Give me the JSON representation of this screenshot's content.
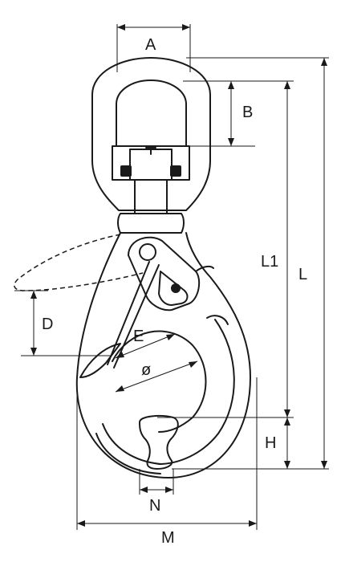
{
  "diagram": {
    "labels": {
      "A": "A",
      "B": "B",
      "L1": "L1",
      "L": "L",
      "D": "D",
      "E": "E",
      "diameter": "ø",
      "H": "H",
      "N": "N",
      "M": "M"
    },
    "colors": {
      "line": "#1a1a1a",
      "background": "#ffffff",
      "part_fill": "#ffffff",
      "marker": "#111111"
    }
  }
}
